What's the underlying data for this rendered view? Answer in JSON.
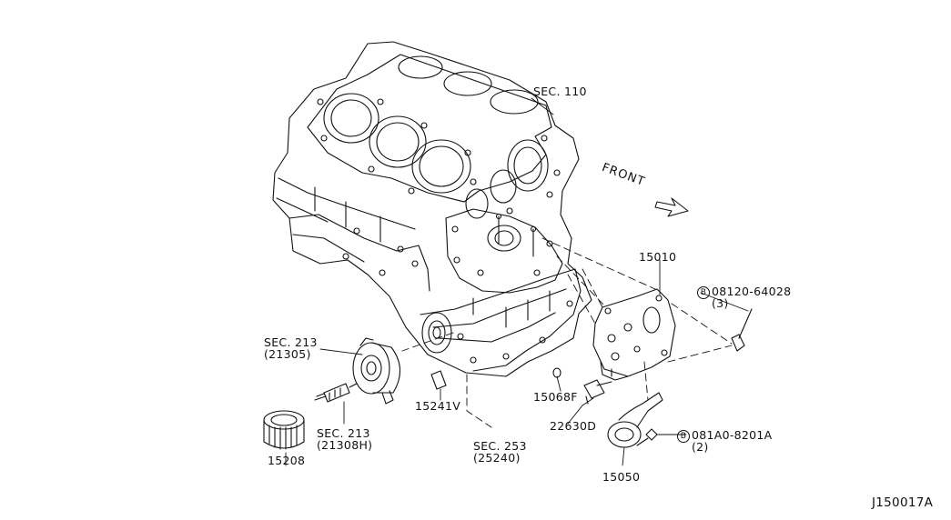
{
  "diagram_id": "J150017A",
  "front_label": "FRONT",
  "labels": {
    "sec110": "SEC. 110",
    "p15010": "15010",
    "bolt1_prefix": "B",
    "bolt1": "08120-64028",
    "bolt1_qty": "(3)",
    "sec213a": "SEC. 213",
    "sec213a_ref": "(21305)",
    "p15241v": "15241V",
    "p15068f": "15068F",
    "p22630d": "22630D",
    "sec213b": "SEC. 213",
    "sec213b_ref": "(21308H)",
    "p15208": "15208",
    "sec253": "SEC. 253",
    "sec253_ref": "(25240)",
    "bolt2_prefix": "B",
    "bolt2": "081A0-8201A",
    "bolt2_qty": "(2)",
    "p15050": "15050"
  }
}
